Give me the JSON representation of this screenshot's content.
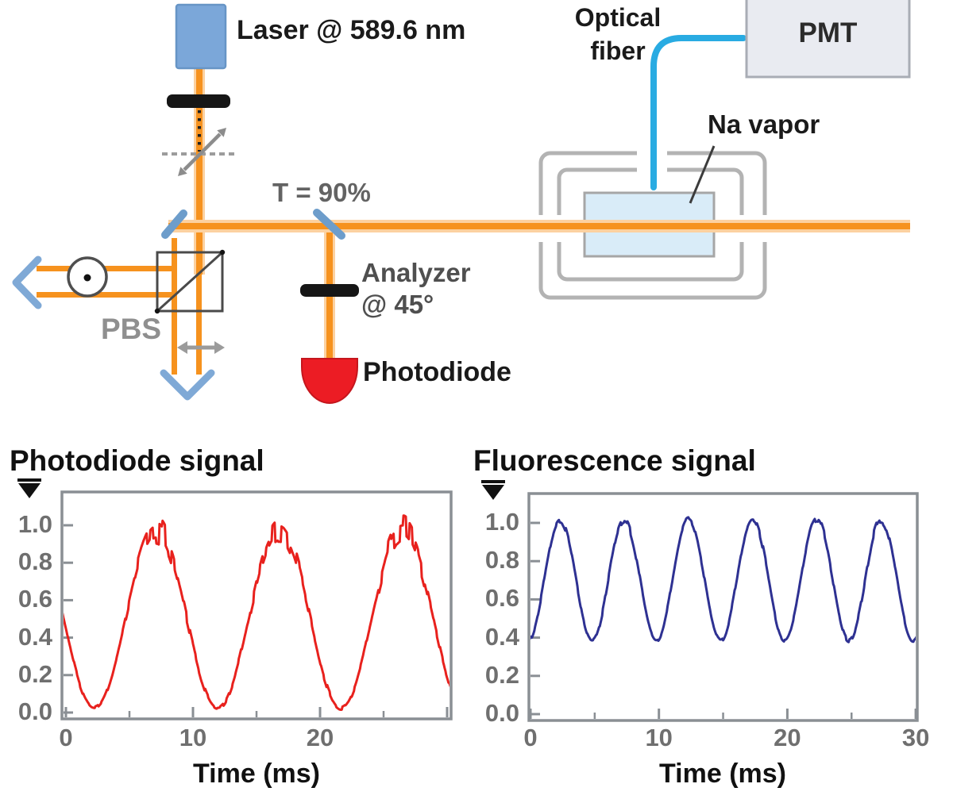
{
  "diagram": {
    "laser_label": "Laser @ 589.6 nm",
    "splitter_label": "T = 90%",
    "analyzer_label_line1": "Analyzer",
    "analyzer_label_line2": "@ 45°",
    "photodiode_label": "Photodiode",
    "pbs_label": "PBS",
    "fiber_label_line1": "Optical",
    "fiber_label_line2": "fiber",
    "na_vapor_label": "Na vapor",
    "pmt_label": "PMT",
    "colors": {
      "beam_orange_core": "#f6921e",
      "beam_orange_halo": "#fcd1a0",
      "laser_box_blue": "#7ba7d9",
      "mirror_blue": "#6d9dcb",
      "arrowhead_blue": "#7fa9d6",
      "fiber_cyan": "#29abe2",
      "vapor_cell_blue": "#d9ecf8",
      "photodiode_red": "#ec1c24",
      "oven_gray": "#b3b3b3",
      "pmt_fill": "#e9ebf1"
    }
  },
  "chart_data": [
    {
      "type": "line",
      "title": "Photodiode signal",
      "xlabel": "Time (ms)",
      "ylabel": "",
      "xlim": [
        0,
        30.3
      ],
      "ylim": [
        0,
        1.18
      ],
      "x_ticks": [
        0,
        10,
        20
      ],
      "x_ticks_unlabeled": [
        30
      ],
      "x_ticks_minor": [
        5,
        15,
        25
      ],
      "y_ticks": [
        "0.0",
        "0.2",
        "0.4",
        "0.6",
        "0.8",
        "1.0"
      ],
      "grid": false,
      "legend": null,
      "line_color": "#e8211d",
      "axis_color": "#8a8f94",
      "tick_label_color": "#6f6f6f",
      "waveform": {
        "shape": "noisy-sine",
        "offset": 0.5,
        "amplitude": 0.475,
        "period_ms": 9.7,
        "min_at_ms": 2.25,
        "noise_base": 0.012,
        "noise_peak": 0.075,
        "seed": 11
      },
      "samples_1ms": {
        "t": [
          0,
          1,
          2,
          3,
          4,
          5,
          6,
          7,
          8,
          9,
          10,
          11,
          12,
          13,
          14,
          15,
          16,
          17,
          18,
          19,
          20,
          21,
          22,
          23,
          24,
          25,
          26,
          27,
          28,
          29,
          30
        ],
        "v": [
          0.45,
          0.17,
          0.03,
          0.08,
          0.3,
          0.6,
          0.86,
          0.97,
          0.9,
          0.66,
          0.36,
          0.11,
          0.03,
          0.13,
          0.39,
          0.69,
          0.91,
          0.97,
          0.84,
          0.57,
          0.27,
          0.07,
          0.04,
          0.2,
          0.48,
          0.77,
          0.95,
          0.95,
          0.77,
          0.48,
          0.19
        ]
      },
      "description": "Noisy red sinusoid, minima near 0 at ~2, 12, 22 ms; noisy flattened maxima near 1.0 at ~7, 17, 26.5 ms"
    },
    {
      "type": "line",
      "title": "Fluorescence signal",
      "xlabel": "Time (ms)",
      "ylabel": "",
      "xlim": [
        0,
        30.1
      ],
      "ylim": [
        0,
        1.15
      ],
      "x_ticks": [
        0,
        10,
        20,
        30
      ],
      "x_ticks_unlabeled": [],
      "x_ticks_minor": [
        5,
        15,
        25
      ],
      "y_ticks": [
        "0.0",
        "0.2",
        "0.4",
        "0.6",
        "0.8",
        "1.0"
      ],
      "grid": false,
      "legend": null,
      "line_color": "#2e3192",
      "axis_color": "#8a8f94",
      "tick_label_color": "#6f6f6f",
      "waveform": {
        "shape": "noisy-sine",
        "offset": 0.7,
        "amplitude": 0.315,
        "period_ms": 5,
        "min_at_ms": -0.2,
        "noise_base": 0.008,
        "noise_peak": 0.012,
        "seed": 3
      },
      "samples_1ms": {
        "t": [
          0,
          1,
          2,
          3,
          4,
          5,
          6,
          7,
          8,
          9,
          10,
          11,
          12,
          13,
          14,
          15,
          16,
          17,
          18,
          19,
          20,
          21,
          22,
          23,
          24,
          25,
          26,
          27,
          28,
          29,
          30
        ],
        "v": [
          0.39,
          0.68,
          0.99,
          0.9,
          0.53,
          0.39,
          0.68,
          0.99,
          0.9,
          0.53,
          0.39,
          0.68,
          0.99,
          0.9,
          0.53,
          0.39,
          0.68,
          0.99,
          0.9,
          0.53,
          0.39,
          0.68,
          0.99,
          0.9,
          0.53,
          0.39,
          0.68,
          0.99,
          0.9,
          0.53,
          0.39
        ]
      },
      "description": "Blue sinusoid between ~0.38 and ~1.0, period 5 ms, peaks at ~2.5, 7.5, 12.5, 17.5, 22.5, 27.5 ms"
    }
  ]
}
